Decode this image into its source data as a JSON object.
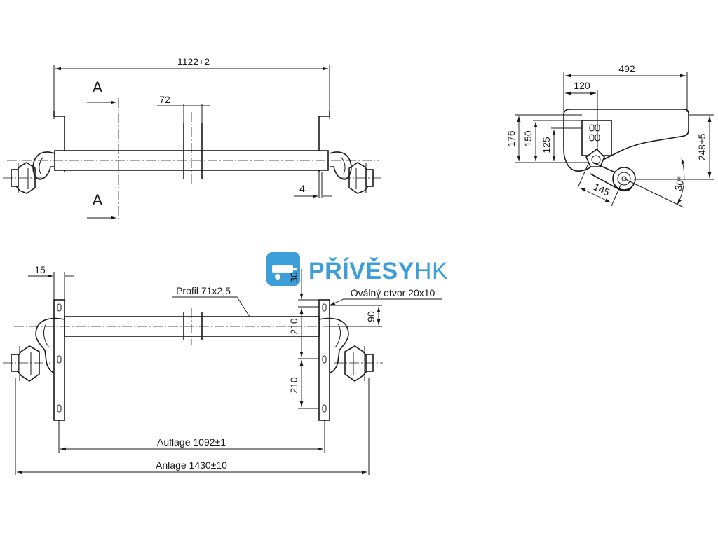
{
  "brand": {
    "name": "PŘÍVĚSY",
    "suffix": "HK",
    "color": "#3d9fd9"
  },
  "front_view": {
    "overall_width": "1122+2",
    "spacing": "72",
    "offset": "4",
    "section_label_top": "A",
    "section_label_bottom": "A"
  },
  "side_view": {
    "length": "492",
    "top_offset": "120",
    "h1": "176",
    "h2": "150",
    "h3": "125",
    "height": "248±5",
    "arm": "145",
    "angle": "30°"
  },
  "top_view": {
    "flange": "15",
    "hole_top": "30",
    "profile": "Profil 71x2,5",
    "slot": "Oválný otvor 20x10",
    "dist_upper": "210",
    "dist_right": "90",
    "dist_lower": "210",
    "auflage": "Auflage 1092±1",
    "anlage": "Anlage 1430±10"
  }
}
